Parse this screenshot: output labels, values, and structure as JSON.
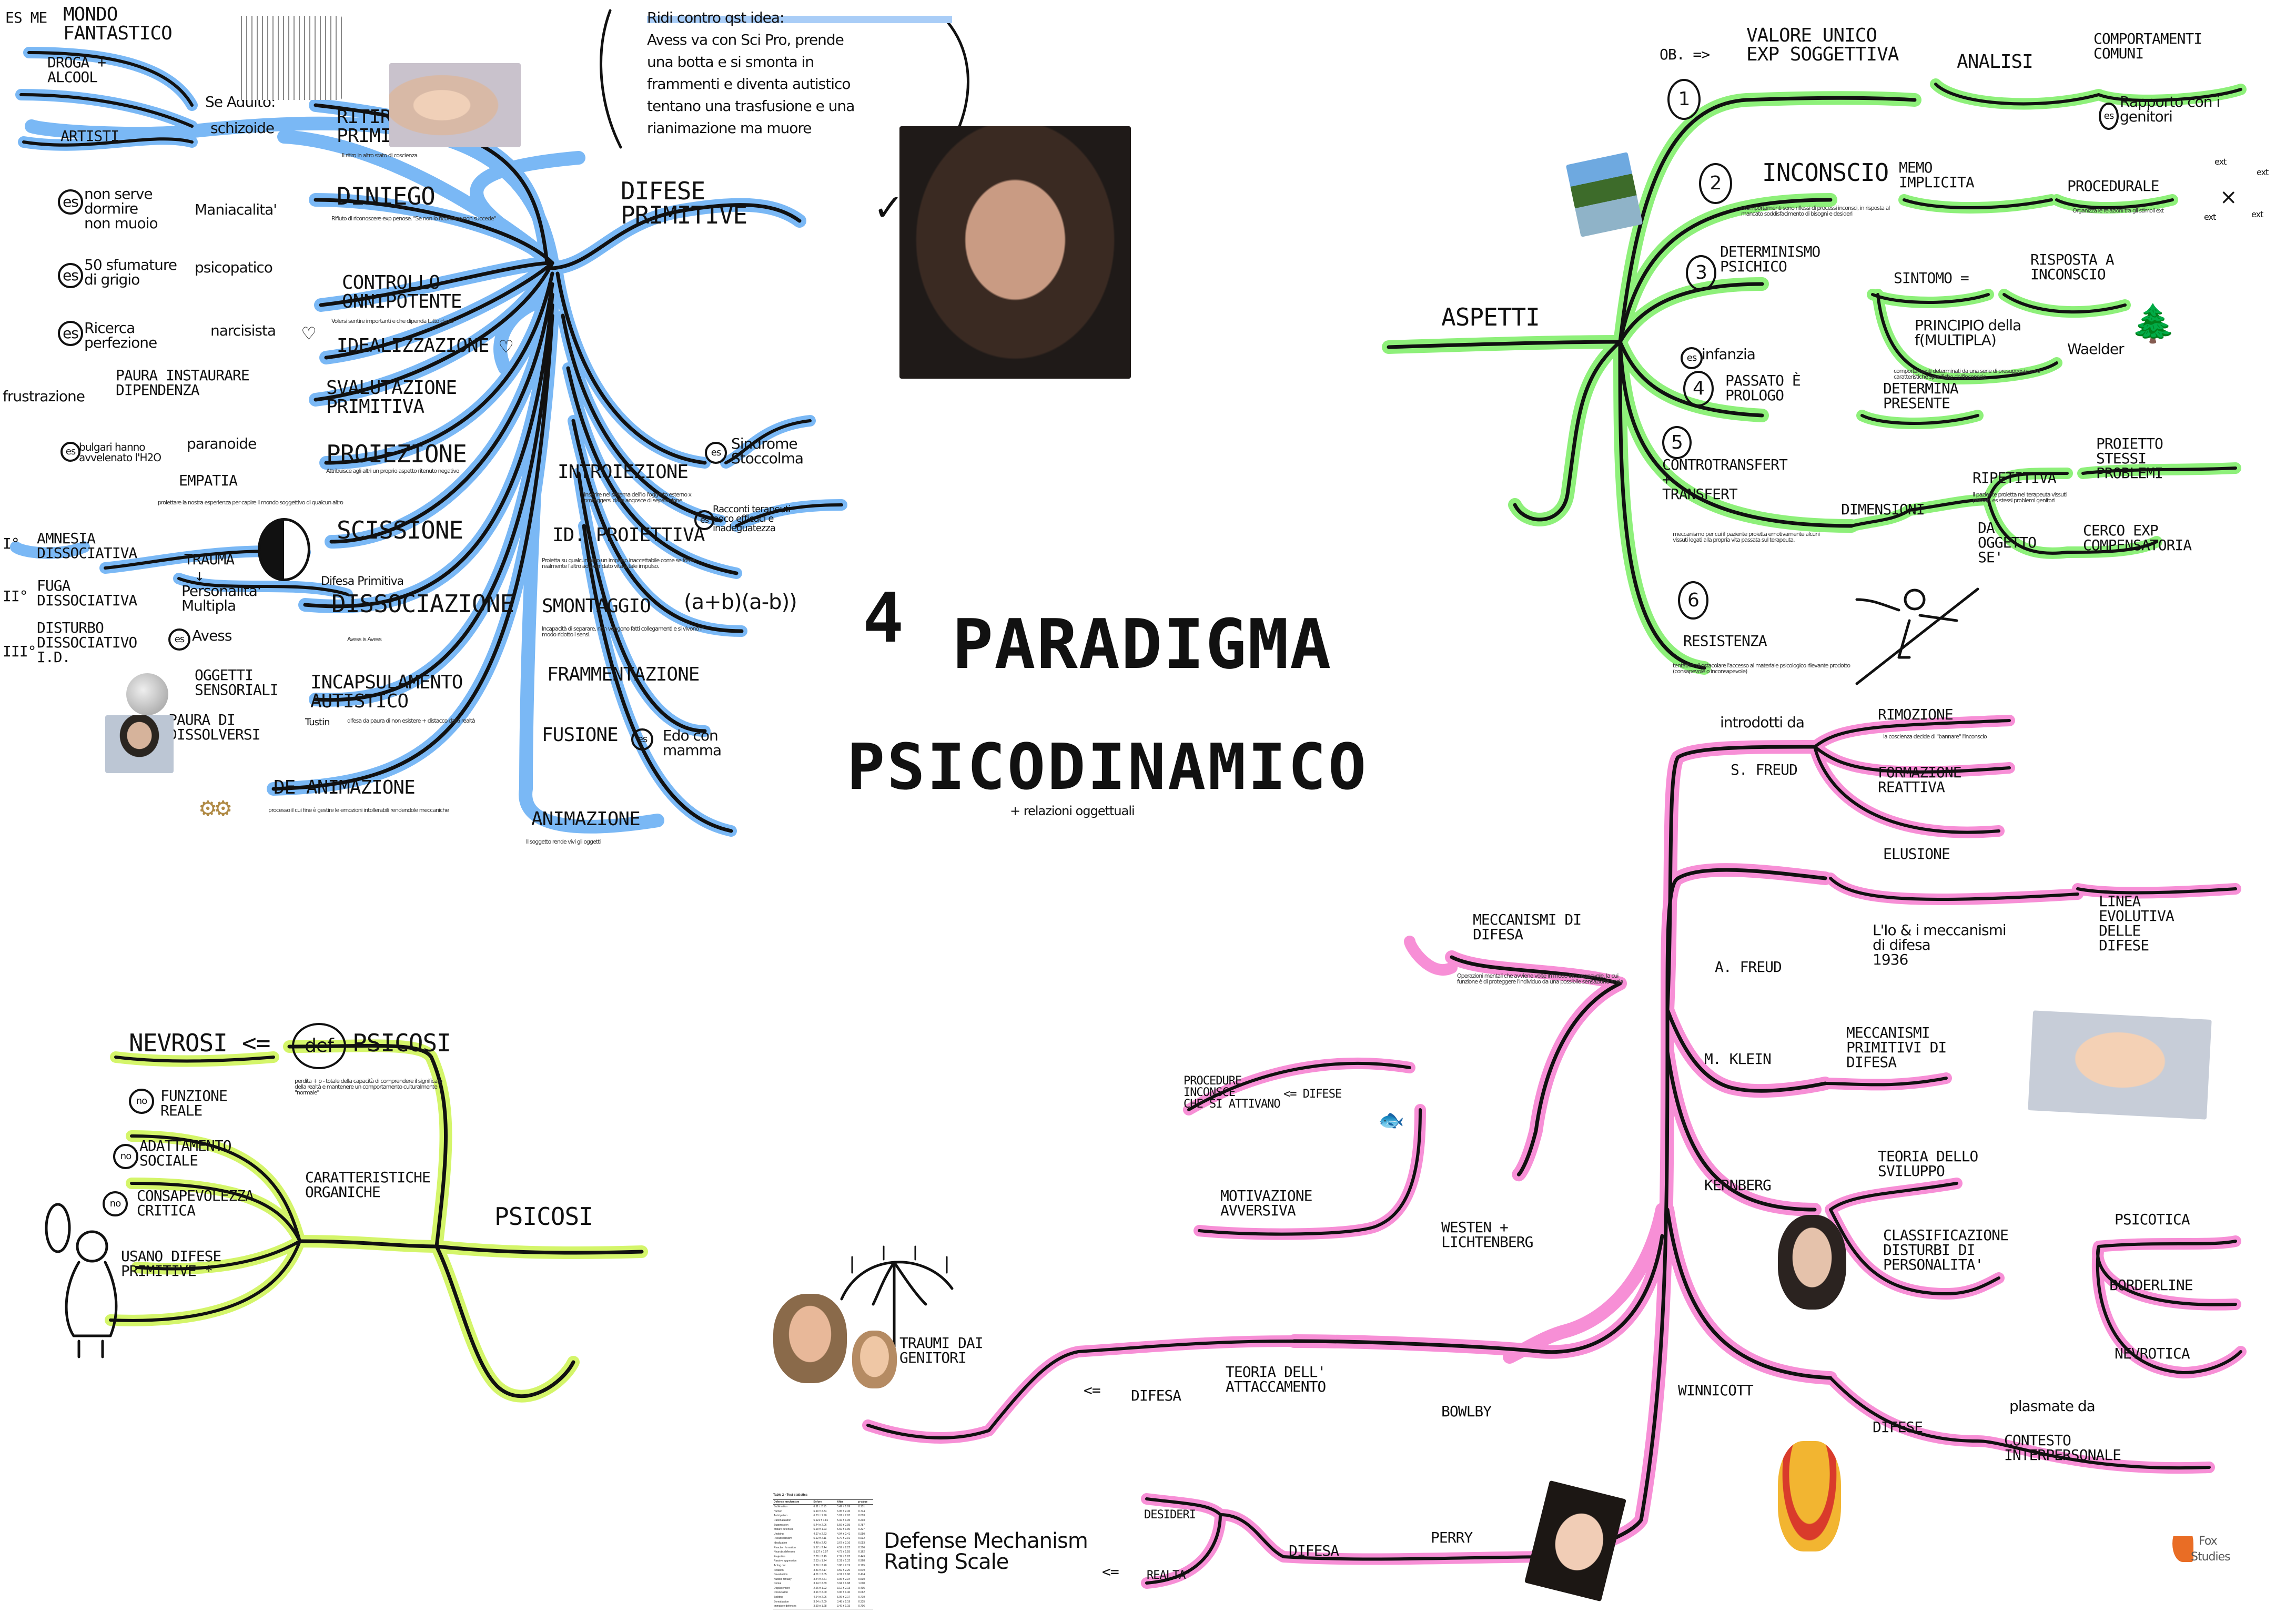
{
  "title": {
    "number": "4",
    "line1": "PARADIGMA",
    "line2": "PSICODINAMICO",
    "subtitle": "+ relazioni oggettuali"
  },
  "colors": {
    "blue_highlight": "#7ab8f5",
    "green_highlight": "#8ef07a",
    "lime_highlight": "#d4f56a",
    "pink_highlight": "#f78fd6",
    "ink": "#111111"
  },
  "difese_primitive": {
    "root": "DIFESE\nPRIMITIVE",
    "note": {
      "lines": [
        "Ridi contro qst idea:",
        "Avess va con Sci Pro, prende",
        "una botta e si smonta in",
        "frammenti e diventa autistico",
        "tentano una trasfusione e una",
        "rianimazione ma muore"
      ]
    },
    "branches": [
      {
        "label": "RITIRO\nPRIMITIVO",
        "desc": "Il ritiro in altro stato di coscienza",
        "sub": [
          {
            "label": "Se Adulto:"
          },
          {
            "label": "schizoide"
          }
        ],
        "children": [
          {
            "label": "MONDO\nFANTASTICO",
            "example": "es me"
          },
          {
            "label": "DROGA +\nALCOOL"
          },
          {
            "label": "ARTISTI"
          }
        ]
      },
      {
        "label": "DINIEGO",
        "desc": "Rifiuto di riconoscere exp penose. \"Se non lo riconosco non succede\"",
        "sub": [
          {
            "label": "Maniacalita'"
          }
        ],
        "example": {
          "badge": "es",
          "text": "non serve\ndormire\nnon muoio"
        }
      },
      {
        "label": "CONTROLLO\nONNIPOTENTE",
        "desc": "Volersi sentire importanti e che dipenda tutto da sé",
        "sub": [
          {
            "label": "psicopatico"
          }
        ],
        "example": {
          "badge": "es",
          "text": "50 sfumature\ndi grigio"
        }
      },
      {
        "label": "IDEALIZZAZIONE",
        "sub": [
          {
            "label": "narcisista"
          }
        ],
        "example": {
          "badge": "es",
          "text": "Ricerca\nperfezione"
        }
      },
      {
        "label": "SVALUTAZIONE\nPRIMITIVA",
        "children": [
          {
            "label": "PAURA INSTAURARE\nDIPENDENZA"
          },
          {
            "label": "frustrazione"
          }
        ]
      },
      {
        "label": "PROIEZIONE",
        "desc": "Attribuisce agli altri un proprio aspetto ritenuto negativo",
        "sub": [
          {
            "label": "paranoide"
          },
          {
            "label": "EMPATIA",
            "desc": "proiettare la nostra esperienza per capire il mondo soggettivo di qualcun altro"
          }
        ],
        "example": {
          "badge": "es",
          "text": "bulgari hanno\navvelenato l'H2O"
        }
      },
      {
        "label": "SCISSIONE"
      },
      {
        "label": "DISSOCIAZIONE",
        "pre": "Difesa Primitiva",
        "desc": "Avess is Avess",
        "sub": [
          {
            "label": "TRAUMA"
          },
          {
            "label": "Personalita'\nMultipla"
          }
        ],
        "example": {
          "badge": "es",
          "text": "Avess"
        },
        "children": [
          {
            "num": "I°",
            "label": "AMNESIA\nDISSOCIATIVA"
          },
          {
            "num": "II°",
            "label": "FUGA\nDISSOCIATIVA"
          },
          {
            "num": "III°",
            "label": "DISTURBO\nDISSOCIATIVO\nI.D."
          }
        ]
      },
      {
        "label": "INCAPSULAMENTO\nAUTISTICO",
        "desc": "difesa da paura di non esistere + distacco dalla realtà",
        "note": "Tustin",
        "children": [
          {
            "label": "OGGETTI\nSENSORIALI"
          },
          {
            "label": "Paura di\nDISSOLVERSI"
          }
        ]
      },
      {
        "label": "DE-ANIMAZIONE",
        "desc": "processo il cui fine è gestire le emozioni intollerabili rendendole meccaniche"
      },
      {
        "label": "INTROIEZIONE",
        "desc": "Inserire nel sistema dell'Io l'oggetto esterno x proteggersi dalle angosce di separazione",
        "example": {
          "badge": "es",
          "text": "Sindrome\nStoccolma"
        }
      },
      {
        "label": "ID. PROIETTIVA",
        "desc": "Proietta su qualcun altro un impulso inaccettabile come se fosse realmente l'altro ad aver dato vita a tale impulso.",
        "example": {
          "badge": "es",
          "text": "Racconti terapeuti\npoco efficaci e\ninadeguatezza"
        }
      },
      {
        "label": "SMONTAGGIO",
        "desc": "Incapacità di separare, non vengono fatti collegamenti e si vivono in modo ridotto i sensi.",
        "formula": "(a+b)(a-b))"
      },
      {
        "label": "FRAMMENTAZIONE"
      },
      {
        "label": "FUSIONE",
        "example": {
          "badge": "es",
          "text": "Edo con\nmamma"
        }
      },
      {
        "label": "ANIMAZIONE",
        "desc": "Il soggetto rende vivi gli oggetti"
      }
    ]
  },
  "aspetti": {
    "root": "ASPETTI",
    "items": [
      {
        "num": "1",
        "prefix": "OB. =>",
        "label": "VALORE UNICO\nEXP SOGGETTIVA",
        "children": [
          {
            "label": "ANALISI"
          },
          {
            "label": "COMPORTAMENTI\nCOMUNI",
            "example": {
              "badge": "es",
              "text": "Rapporto con i\ngenitori"
            }
          }
        ]
      },
      {
        "num": "2",
        "label": "INCONSCIO",
        "desc": "I comportamenti sono riflessi di processi inconsci, in risposta al mancato soddisfacimento di bisogni e desideri",
        "children": [
          {
            "label": "MEMO\nIMPLICITA"
          },
          {
            "label": "PROCEDURALE",
            "desc": "Organizza le relazioni tra gli stimoli ext"
          }
        ],
        "diagram_labels": [
          "ext",
          "ext",
          "ext",
          "ext"
        ]
      },
      {
        "num": "3",
        "label": "DETERMINISMO\nPSICHICO",
        "children": [
          {
            "label": "SINTOMO ="
          },
          {
            "label": "RISPOSTA a\nINCONSCIO"
          },
          {
            "label": "PRINCIPIO della\nf(MULTIPLA)",
            "desc": "comportamenti determinati da una serie di presupposizioni e caratteristiche specifiche dell'inconscio",
            "note": "Waelder"
          }
        ]
      },
      {
        "num": "4",
        "example": {
          "badge": "es",
          "text": "infanzia"
        },
        "label": "PASSATO è\nPROLOGO",
        "children": [
          {
            "label": "DETERMINA\nPRESENTE"
          }
        ]
      },
      {
        "num": "5",
        "label": "CONTROTRANSFERT\n+\nTRANSFERT",
        "desc": "meccanismo per cui il paziente proietta emotivamente alcuni vissuti legati alla propria vita passata sul terapeuta.",
        "children": [
          {
            "label": "DIMENSIONI"
          },
          {
            "label": "RIPETITIVA",
            "desc": "il paziente proietta nel terapeuta vissuti passati, es stessi problemi genitori"
          },
          {
            "label": "PROIETTO\nSTESSI\nPROBLEMI"
          },
          {
            "label": "da\nOGGETTO\nSE'"
          },
          {
            "label": "CERCO EXP\nCOMPENSATORIA"
          }
        ]
      },
      {
        "num": "6",
        "label": "RESISTENZA",
        "desc": "tentativo di ostacolare l'accesso al materiale psicologico rilevante prodotto (consapevole o inconsapevole)"
      }
    ]
  },
  "meccanismi": {
    "root": "MECCANISMI di\nDIFESA",
    "root_desc": "Operazioni mentali che avviene volte in modo inconsapevole, la cui funzione è di proteggere l'individuo da una possibile sensazione ansia",
    "authors": [
      {
        "name": "S. FREUD",
        "prefix": "introdotti da",
        "children": [
          {
            "label": "RIMOZIONE",
            "desc": "la coscienza decide di \"bannare\" l'inconscio"
          },
          {
            "label": "FORMAZIONE\nREATTIVA"
          },
          {
            "label": "ELUSIONE"
          }
        ]
      },
      {
        "name": "A. FREUD",
        "children": [
          {
            "label": "L'Io & i meccanismi\ndi difesa\n1936"
          },
          {
            "label": "LINEA\nEVOLUTIVA\ndelle\nDIFESE"
          }
        ]
      },
      {
        "name": "M. KLEIN",
        "children": [
          {
            "label": "MECCANISMI\nPRIMITIVI di\nDIFESA"
          }
        ]
      },
      {
        "name": "KERNBERG",
        "children": [
          {
            "label": "TEORIA dello\nSVILUPPO"
          },
          {
            "label": "CLASSIFICAZIONE\nDISTURBI di\nPERSONALITA'"
          },
          {
            "label": "PSICOTICA"
          },
          {
            "label": "BORDERLINE"
          },
          {
            "label": "NEVROTICA"
          }
        ]
      },
      {
        "name": "WINNICOTT",
        "children": [
          {
            "label": "DIFESE"
          },
          {
            "label": "plasmate da"
          },
          {
            "label": "CONTESTO\nINTERPERSONALE"
          }
        ]
      },
      {
        "name": "WESTEN +\nLICHTENBERG",
        "children": [
          {
            "label": "MOTIVAZIONE\nAVVERSIVA"
          },
          {
            "label": "PROCEDURE\nINCONSCE\nche si attivano",
            "suffix": "<= DIFESE"
          }
        ]
      },
      {
        "name": "BOWLBY",
        "children": [
          {
            "label": "TEORIA dell'\nATTACCAMENTO"
          },
          {
            "label": "DIFESA",
            "prefix": "<="
          },
          {
            "label": "TRAUMI dai\nGENITORI"
          }
        ]
      },
      {
        "name": "PERRY",
        "children": [
          {
            "label": "DIFESA"
          },
          {
            "label": "DESIDERI"
          },
          {
            "label": "REALTA'"
          },
          {
            "label": "Defense Mechanism\nRating Scale",
            "prefix": "<="
          }
        ]
      }
    ]
  },
  "psicosi": {
    "root": "PSICOSI",
    "def_badge": "def",
    "definition": "perdita + o - totale della capacità di comprendere il significato della realtà e mantenere un comportamento culturalmente \"normale\"",
    "contrast": "NEVROSI",
    "contrast_arrow": "<=",
    "branch": "CARATTERISTICHE\nORGANICHE",
    "items": [
      {
        "badge": "no",
        "label": "FUNZIONE\nREALE"
      },
      {
        "badge": "no",
        "label": "ADATTAMENTO\nSOCIALE"
      },
      {
        "badge": "no",
        "label": "CONSAPEVOLEZZA\nCRITICA"
      },
      {
        "badge": "",
        "label": "USANO DIFESE\nPRIMITIVE *"
      }
    ]
  },
  "table_thumbnail": {
    "title": "Table 2 - Test statistics",
    "columns": [
      "Defense mechanism",
      "Before",
      "After",
      "p-value"
    ],
    "rows": [
      [
        "Sublimation",
        "6.11 ± 2.15",
        "5.42 ± 1.99",
        "0.131"
      ],
      [
        "Humor",
        "6.19 ± 2.34",
        "6.05 ± 2.45",
        "0.744"
      ],
      [
        "Anticipation",
        "6.63 ± 1.90",
        "5.81 ± 2.03",
        "0.003"
      ],
      [
        "Rationalization",
        "5.921 ± 1.81",
        "5.32 ± 1.35",
        "0.203"
      ],
      [
        "Suppression",
        "5.44 ± 2.06",
        "5.56 ± 2.05",
        "0.787"
      ],
      [
        "Mature defenses",
        "5.99 ± 1.23",
        "5.69 ± 1.00",
        "0.327"
      ],
      [
        "Undoing",
        "4.97 ± 2.23",
        "4.94 ± 2.41",
        "0.950"
      ],
      [
        "Pseudoaltruism",
        "5.92 ± 2.11",
        "5.70 ± 2.01",
        "0.632"
      ],
      [
        "Idealization",
        "4.48 ± 2.43",
        "3.67 ± 2.16",
        "0.053"
      ],
      [
        "Reaction formation",
        "5.17 ± 2.44",
        "4.59 ± 2.22",
        "0.306"
      ],
      [
        "Neurotic defenses",
        "5.137 ± 1.57",
        "4.73 ± 1.55",
        "0.162"
      ],
      [
        "Projection",
        "2.78 ± 2.49",
        "2.39 ± 1.82",
        "0.449"
      ],
      [
        "Passive aggression",
        "2.33 ± 1.74",
        "2.31 ± 1.32",
        "0.968"
      ],
      [
        "Acting out",
        "3.39 ± 2.20",
        "3.88 ± 2.19",
        "0.195"
      ],
      [
        "Isolation",
        "3.31 ± 2.17",
        "3.59 ± 2.20",
        "0.519"
      ],
      [
        "Devaluation",
        "4.01 ± 2.05",
        "4.31 ± 1.90",
        "0.474"
      ],
      [
        "Autistic fantasy",
        "3.44 ± 2.61",
        "3.06 ± 2.34",
        "0.530"
      ],
      [
        "Denial",
        "3.94 ± 2.69",
        "3.94 ± 1.98",
        "1.000"
      ],
      [
        "Displacement",
        "2.66 ± 1.92",
        "3.12 ± 2.13",
        "0.405"
      ],
      [
        "Dissociation",
        "3.91 ± 2.00",
        "3.06 ± 1.40",
        "0.062"
      ],
      [
        "Splitting",
        "4.64 ± 2.06",
        "5.06 ± 2.17",
        "0.719"
      ],
      [
        "Somatization",
        "3.64 ± 2.09",
        "3.48 ± 2.19",
        "0.335"
      ],
      [
        "Immature defenses",
        "3.59 ± 1.28",
        "3.49 ± 1.15",
        "0.706"
      ]
    ]
  },
  "logo": {
    "line1": "Fox",
    "line2": "Studies"
  }
}
